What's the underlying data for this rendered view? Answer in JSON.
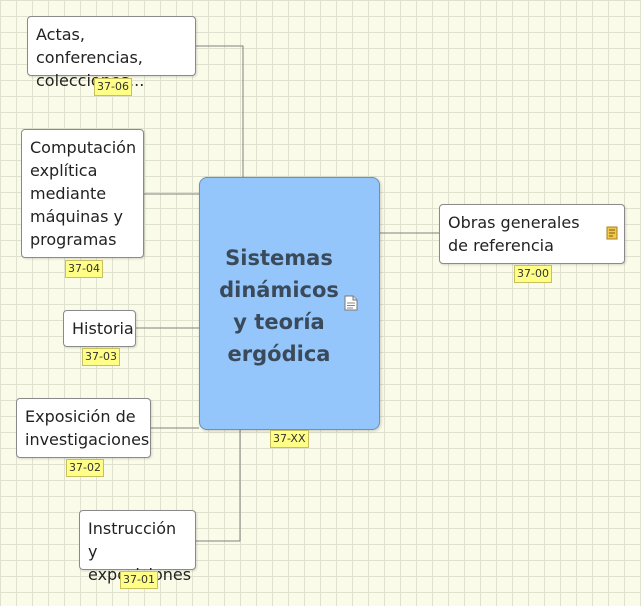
{
  "central": {
    "title": "Sistemas dinámicos y teoría ergódica",
    "tag": "37-XX",
    "icon": "note-page-icon"
  },
  "topics": [
    {
      "id": "actas",
      "label": "Actas, conferencias, colecciones...",
      "tag": "37-06"
    },
    {
      "id": "computacion",
      "label": "Computación explítica mediante máquinas y programas",
      "tag": "37-04"
    },
    {
      "id": "historia",
      "label": "Historia",
      "tag": "37-03"
    },
    {
      "id": "exposicion",
      "label": "Exposición de investigaciones",
      "tag": "37-02"
    },
    {
      "id": "instruccion",
      "label": "Instrucción y exposiciones",
      "tag": "37-01"
    },
    {
      "id": "obras",
      "label": "Obras generales de referencia",
      "tag": "37-00",
      "icon": "note-icon"
    }
  ],
  "colors": {
    "central_fill": "#95c6fb",
    "tag_fill": "#ffff88",
    "connector": "#808080",
    "grid": "#dfe2cf",
    "background": "#fbfbe9"
  }
}
